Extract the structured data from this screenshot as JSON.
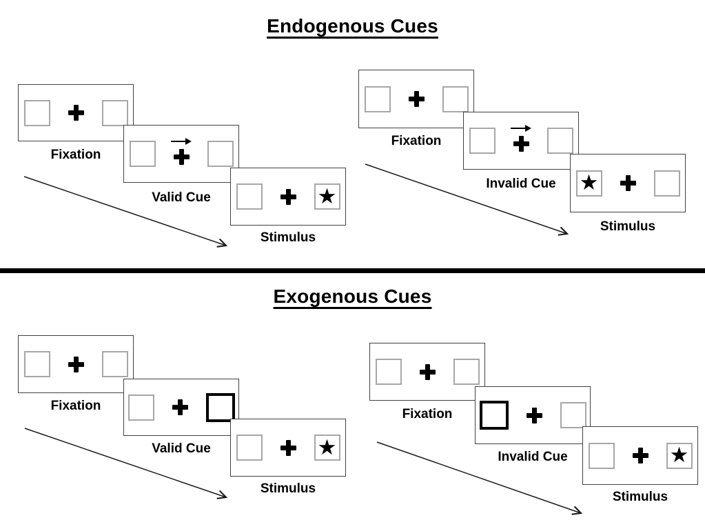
{
  "sections": [
    {
      "title": "Endogenous Cues",
      "groups": [
        {
          "name": "valid-trial",
          "panels": [
            {
              "label": "Fixation"
            },
            {
              "label": "Valid Cue",
              "cue_arrow_direction": "right"
            },
            {
              "label": "Stimulus",
              "star_side": "right"
            }
          ]
        },
        {
          "name": "invalid-trial",
          "panels": [
            {
              "label": "Fixation"
            },
            {
              "label": "Invalid Cue",
              "cue_arrow_direction": "right"
            },
            {
              "label": "Stimulus",
              "star_side": "left"
            }
          ]
        }
      ]
    },
    {
      "title": "Exogenous Cues",
      "groups": [
        {
          "name": "valid-trial",
          "panels": [
            {
              "label": "Fixation"
            },
            {
              "label": "Valid Cue",
              "highlighted_box_side": "right"
            },
            {
              "label": "Stimulus",
              "star_side": "right"
            }
          ]
        },
        {
          "name": "invalid-trial",
          "panels": [
            {
              "label": "Fixation"
            },
            {
              "label": "Invalid Cue",
              "highlighted_box_side": "left"
            },
            {
              "label": "Stimulus",
              "star_side": "right"
            }
          ]
        }
      ]
    }
  ],
  "glyphs": {
    "star": "★"
  },
  "colors": {
    "background": "#ffffff",
    "panel_border": "#404040",
    "box_border": "#a6a6a6",
    "highlight_border": "#000000",
    "ink": "#000000"
  }
}
